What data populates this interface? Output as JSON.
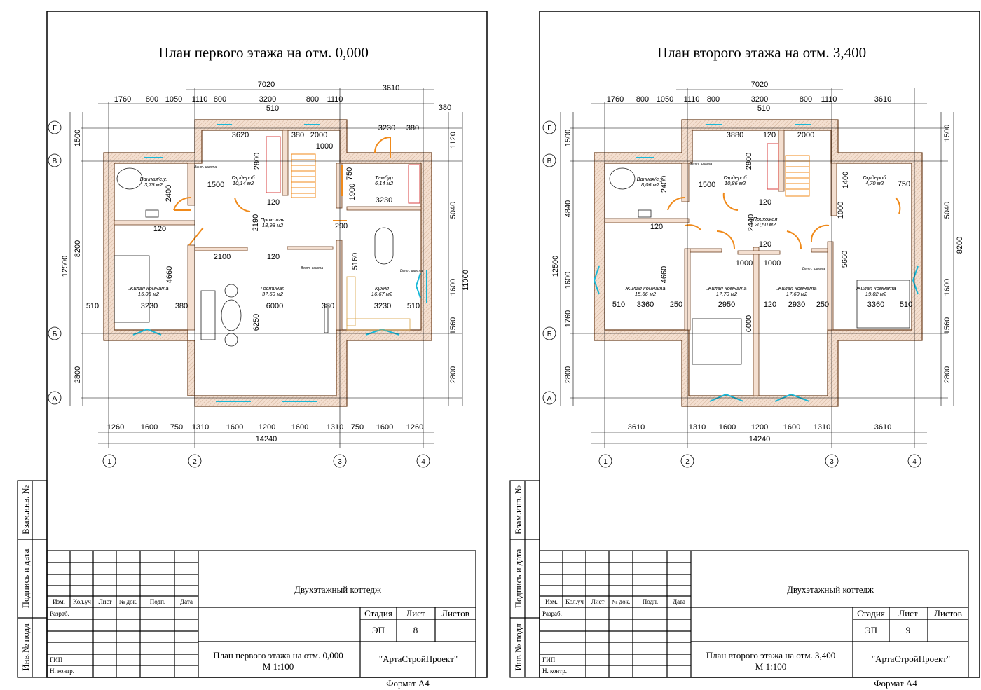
{
  "sheets": [
    {
      "title": "План первого этажа на отм. 0,000",
      "sheet_no": "8",
      "stage": "ЭП",
      "project": "Двухэтажный коттедж",
      "drawing_name": "План первого этажа на отм. 0,000",
      "scale": "М 1:100",
      "company": "\"АртаСтройПроект\"",
      "format": "Формат А4",
      "axes_h": [
        "1",
        "2",
        "3",
        "4"
      ],
      "axes_v": [
        "Г",
        "В",
        "Б",
        "А"
      ],
      "dims_top1": [
        "7020",
        "3610"
      ],
      "dims_top2": [
        "1760",
        "800",
        "1050",
        "1110",
        "800",
        "3200",
        "800",
        "1110",
        "380"
      ],
      "dims_bottom1": [
        "1260",
        "1600",
        "750",
        "1310",
        "1600",
        "1200",
        "1600",
        "1310",
        "750",
        "1600",
        "1260"
      ],
      "dims_bottom_total": "14240",
      "dims_left": [
        "1500",
        "8200",
        "12500",
        "2800"
      ],
      "dims_right": [
        "1120",
        "5040",
        "11000",
        "1600",
        "1560",
        "2800"
      ],
      "inner_dims": [
        "510",
        "3620",
        "380",
        "2000",
        "1000",
        "3230",
        "380",
        "2800",
        "1500",
        "2400",
        "750",
        "1900",
        "3230",
        "2190",
        "120",
        "120",
        "290",
        "2100",
        "120",
        "5160",
        "4660",
        "3230",
        "6000",
        "3230",
        "380",
        "510",
        "6250",
        "380",
        "510",
        "1600"
      ],
      "rooms": [
        {
          "name": "Ванная/с.у.",
          "area": "3,75 м2"
        },
        {
          "name": "Гардероб",
          "area": "10,14 м2"
        },
        {
          "name": "Тамбур",
          "area": "6,14 м2"
        },
        {
          "name": "Прихожая",
          "area": "18,98 м2"
        },
        {
          "name": "Жилая комната",
          "area": "15,05 м2"
        },
        {
          "name": "Гостиная",
          "area": "37,50 м2"
        },
        {
          "name": "Кухня",
          "area": "16,67 м2"
        }
      ],
      "small_labels": [
        "Вент. шахта",
        "Вент. шахта",
        "Вент. шахта"
      ]
    },
    {
      "title": "План второго этажа на отм. 3,400",
      "sheet_no": "9",
      "stage": "ЭП",
      "project": "Двухэтажный коттедж",
      "drawing_name": "План второго этажа на отм. 3,400",
      "scale": "М 1:100",
      "company": "\"АртаСтройПроект\"",
      "format": "Формат А4",
      "axes_h": [
        "1",
        "2",
        "3",
        "4"
      ],
      "axes_v": [
        "Г",
        "В",
        "Б",
        "А"
      ],
      "dims_top1": [
        "7020"
      ],
      "dims_top2": [
        "1760",
        "800",
        "1050",
        "1110",
        "800",
        "3200",
        "800",
        "1110",
        "3610"
      ],
      "dims_bottom1": [
        "3610",
        "1310",
        "1600",
        "1200",
        "1600",
        "1310",
        "3610"
      ],
      "dims_bottom_total": "14240",
      "dims_left": [
        "1500",
        "4840",
        "12500",
        "1600",
        "1760",
        "2800"
      ],
      "dims_right": [
        "1500",
        "5040",
        "8200",
        "1600",
        "1560",
        "2800"
      ],
      "inner_dims": [
        "510",
        "3880",
        "120",
        "2000",
        "2800",
        "1500",
        "2400",
        "1400",
        "750",
        "1000",
        "120",
        "2440",
        "120",
        "5660",
        "1000",
        "1000",
        "4660",
        "3360",
        "250",
        "2950",
        "120",
        "2930",
        "250",
        "3360",
        "510",
        "6000",
        "510",
        "120"
      ],
      "rooms": [
        {
          "name": "Ванная/с.у.",
          "area": "8,06 м2"
        },
        {
          "name": "Гардероб",
          "area": "10,86 м2"
        },
        {
          "name": "Гардероб",
          "area": "4,70 м2"
        },
        {
          "name": "Прихожая",
          "area": "20,50 м2"
        },
        {
          "name": "Жилая комната",
          "area": "15,66 м2"
        },
        {
          "name": "Жилая комната",
          "area": "17,70 м2"
        },
        {
          "name": "Жилая комната",
          "area": "17,60 м2"
        },
        {
          "name": "Жилая комната",
          "area": "19,02 м2"
        }
      ],
      "small_labels": [
        "Вент. шахта",
        "Вент. шахта"
      ]
    }
  ],
  "stamp": {
    "side_labels": [
      "Взам.инв. №",
      "Подпись и дата",
      "Инв.№ подл"
    ],
    "headers": [
      "Изм.",
      "Кол.уч",
      "Лист",
      "№ док.",
      "Подп.",
      "Дата"
    ],
    "roles": [
      "Разраб.",
      "ГИП",
      "Н. контр."
    ],
    "cols": [
      "Стадия",
      "Лист",
      "Листов"
    ]
  },
  "colors": {
    "wall_fill": "#f2dccc",
    "wall_stroke": "#7a4b2a",
    "door": "#f08a1a",
    "window": "#18b8d8",
    "stair": "#f08a1a",
    "furniture": "#d8a040"
  }
}
